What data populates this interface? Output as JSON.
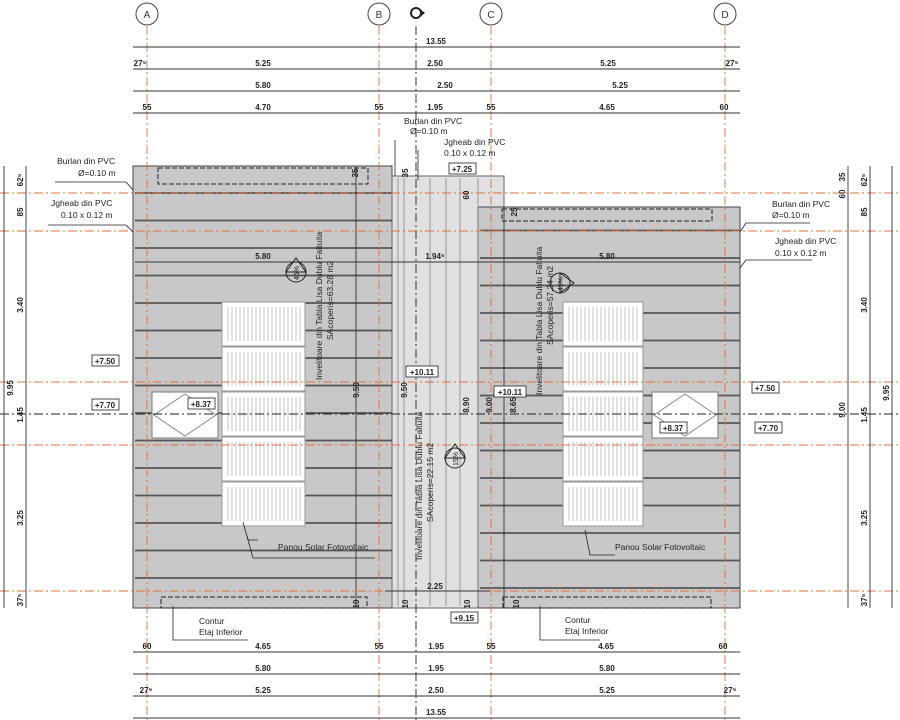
{
  "grid_axes": [
    "A",
    "B",
    "C",
    "D"
  ],
  "dims_top": {
    "row1": [
      "13.55"
    ],
    "row2": [
      "27⁵",
      "5.25",
      "2.50",
      "5.25",
      "27⁵"
    ],
    "row3": [
      "5.80",
      "2.50",
      "5.25"
    ],
    "row4": [
      "55",
      "4.70",
      "55",
      "1.95",
      "55",
      "4.65",
      "60"
    ]
  },
  "dims_bottom": {
    "row1": [
      "60",
      "4.65",
      "55",
      "1.95",
      "55",
      "4.65",
      "60"
    ],
    "row2": [
      "5.80",
      "1.95",
      "5.80"
    ],
    "row3": [
      "27⁵",
      "5.25",
      "2.50",
      "5.25",
      "27⁵"
    ],
    "row4": [
      "13.55"
    ]
  },
  "dims_left": {
    "outer": "9.95",
    "chain": [
      "62⁵",
      "85",
      "3.40",
      "1.45",
      "3.25",
      "37⁵"
    ]
  },
  "dims_right": {
    "inner": [
      "35",
      "60",
      "9.00"
    ],
    "chain": [
      "62⁵",
      "85",
      "3.40",
      "1.45",
      "3.25",
      "37⁵"
    ],
    "outer": "9.95"
  },
  "inner_dims": {
    "left_width": "5.80",
    "middle_width": "1.94⁵",
    "right_width": "5.80",
    "left_h1": "9.50",
    "left_h2": "9.50",
    "mid_h1": "8.90",
    "mid_h2": "9.00",
    "right_h": "8.65",
    "left_top": "35",
    "mid_top": "35",
    "mid_top2": "60",
    "right_top": "25",
    "bottom_10": [
      "10",
      "10",
      "10",
      "10"
    ],
    "bottom_width": "2.25"
  },
  "annotations": {
    "burlan_title": "Burlan din PVC",
    "burlan_size": "Ø=0.10 m",
    "jgheab_title": "Jgheab din PVC",
    "jgheab_size": "0.10 x 0.12 m",
    "solar_panel": "Panou Solar Fotovoltaic",
    "contour_1": "Contur",
    "contour_2": "Etaj Inferior"
  },
  "roofing": {
    "material": "Invelitoare din Tabla Lisa Dublu Faltuita",
    "left_area": "SAcoperis=63.28 m2",
    "middle_area": "SAcoperis=22.15 m2",
    "right_area": "SAcoperis=57.24 m2",
    "left_slope": "45%",
    "middle_slope": "15%",
    "right_slope": "45%"
  },
  "elevations": {
    "left_eave": "+7.50",
    "left_gutter": "+7.70",
    "left_skylight": "+8.37",
    "ridge_left": "+10.11",
    "ridge_right": "+10.11",
    "middle_top": "+7.25",
    "middle_bottom": "+9.15",
    "right_eave": "+7.50",
    "right_gutter": "+7.70",
    "right_skylight": "+8.37"
  },
  "colors": {
    "roof": "#c8c8c8",
    "middle_roof": "#dedede",
    "axis": "#e0703a"
  }
}
